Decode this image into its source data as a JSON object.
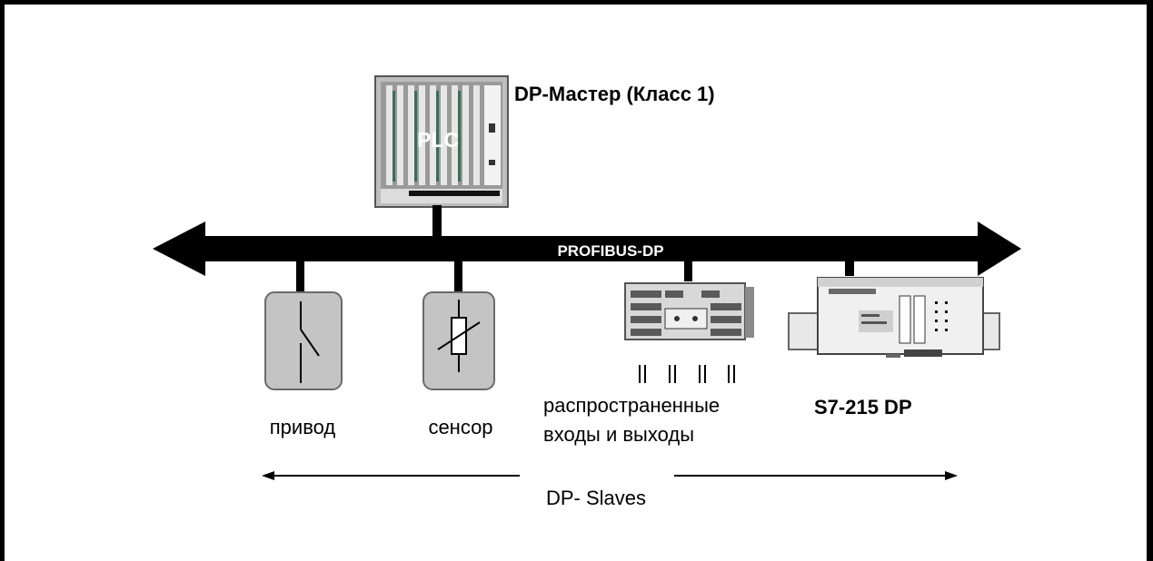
{
  "master": {
    "title": "DP-Мастер (Класс 1)",
    "device_label": "PLC"
  },
  "bus": {
    "label": "PROFIBUS-DP"
  },
  "slaves": {
    "actuator_label": "привод",
    "sensor_label": "сенсор",
    "io_label_line1": "распространенные",
    "io_label_line2": "входы и выходы",
    "s7_label": "S7-215 DP",
    "range_label": "DP- Slaves"
  },
  "colors": {
    "bus": "#000000",
    "device_gray": "#c8c8c8",
    "device_dark": "#6a6a6a",
    "background": "#ffffff"
  },
  "icons": [
    "plc-rack-icon",
    "switch-icon",
    "resistor-sensor-icon",
    "io-module-icon",
    "s7-215-dp-icon"
  ]
}
